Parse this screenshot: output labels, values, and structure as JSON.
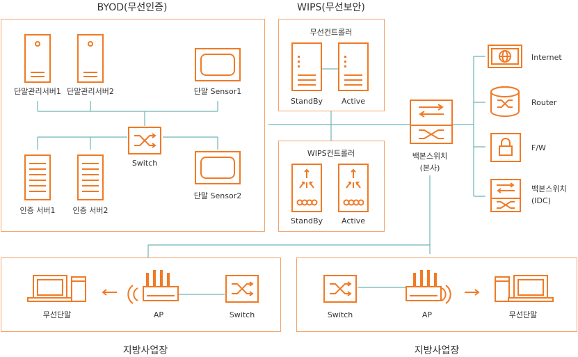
{
  "titles": {
    "byod": "BYOD(무선인증)",
    "wips": "WIPS(무선보안)",
    "branch_left": "지방사업장",
    "branch_right": "지방사업장"
  },
  "byod": {
    "server1": "단말관리서버1",
    "server2": "단말관리서버2",
    "sensor1": "단말 Sensor1",
    "sensor2": "단말 Sensor2",
    "switch": "Switch",
    "auth1": "인증 서버1",
    "auth2": "인증 서버2"
  },
  "wips": {
    "wireless_controller": "무선컨트롤러",
    "wips_controller": "WIPS컨트롤러",
    "standby": "StandBy",
    "active": "Active"
  },
  "core": {
    "backbone_line1": "백본스위치",
    "backbone_line2": "(본사)",
    "internet": "Internet",
    "router": "Router",
    "fw": "F/W",
    "idc_line1": "백본스위치",
    "idc_line2": "(IDC)"
  },
  "branch_left": {
    "terminal": "무선단말",
    "ap": "AP",
    "switch": "Switch"
  },
  "branch_right": {
    "switch": "Switch",
    "ap": "AP",
    "terminal": "무선단말"
  },
  "colors": {
    "accent": "#f07a25",
    "line": "#6fb4b4",
    "box": "#f4a36a"
  }
}
